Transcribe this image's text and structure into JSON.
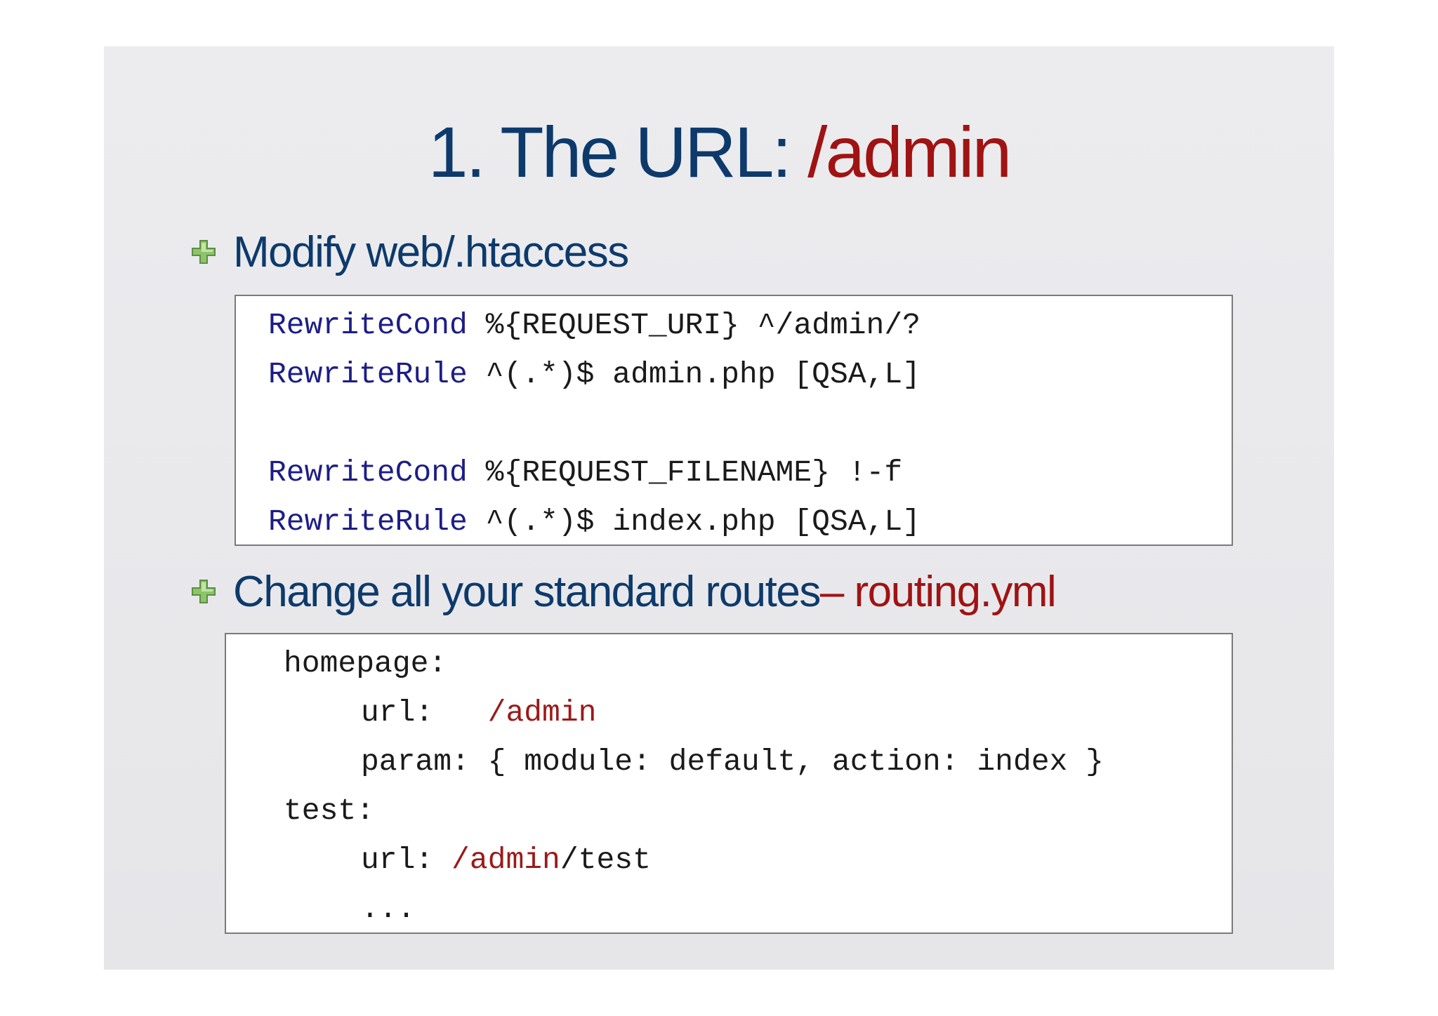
{
  "slide": {
    "title_main": "1. The URL: ",
    "title_accent": "/admin",
    "bullet1": {
      "text": "Modify web/.htaccess"
    },
    "htaccess_lines": [
      {
        "keyword": "RewriteCond",
        "rest": " %{REQUEST_URI} ^/admin/?"
      },
      {
        "keyword": "RewriteRule",
        "rest": " ^(.*)$ admin.php [QSA,L]"
      },
      {
        "keyword": "RewriteCond",
        "rest": " %{REQUEST_FILENAME} !-f"
      },
      {
        "keyword": "RewriteRule",
        "rest": " ^(.*)$ index.php [QSA,L]"
      }
    ],
    "bullet2": {
      "text": "Change all your standard routes ",
      "accent": "– routing.yml"
    },
    "routing": {
      "line1": "homepage:",
      "line2_key": "url:   ",
      "line2_val": "/admin",
      "line3": "param: { module: default, action: index }",
      "line4": "test:",
      "line5_key": "url: ",
      "line5_red": "/admin",
      "line5_rest": "/test",
      "line6": "..."
    },
    "colors": {
      "title_blue": "#0d3a6b",
      "accent_red": "#a01313",
      "keyword_blue": "#1d1d86",
      "bullet_green": "#8dc46b"
    },
    "icons": {
      "bullet": "plus-bullet-icon"
    }
  }
}
